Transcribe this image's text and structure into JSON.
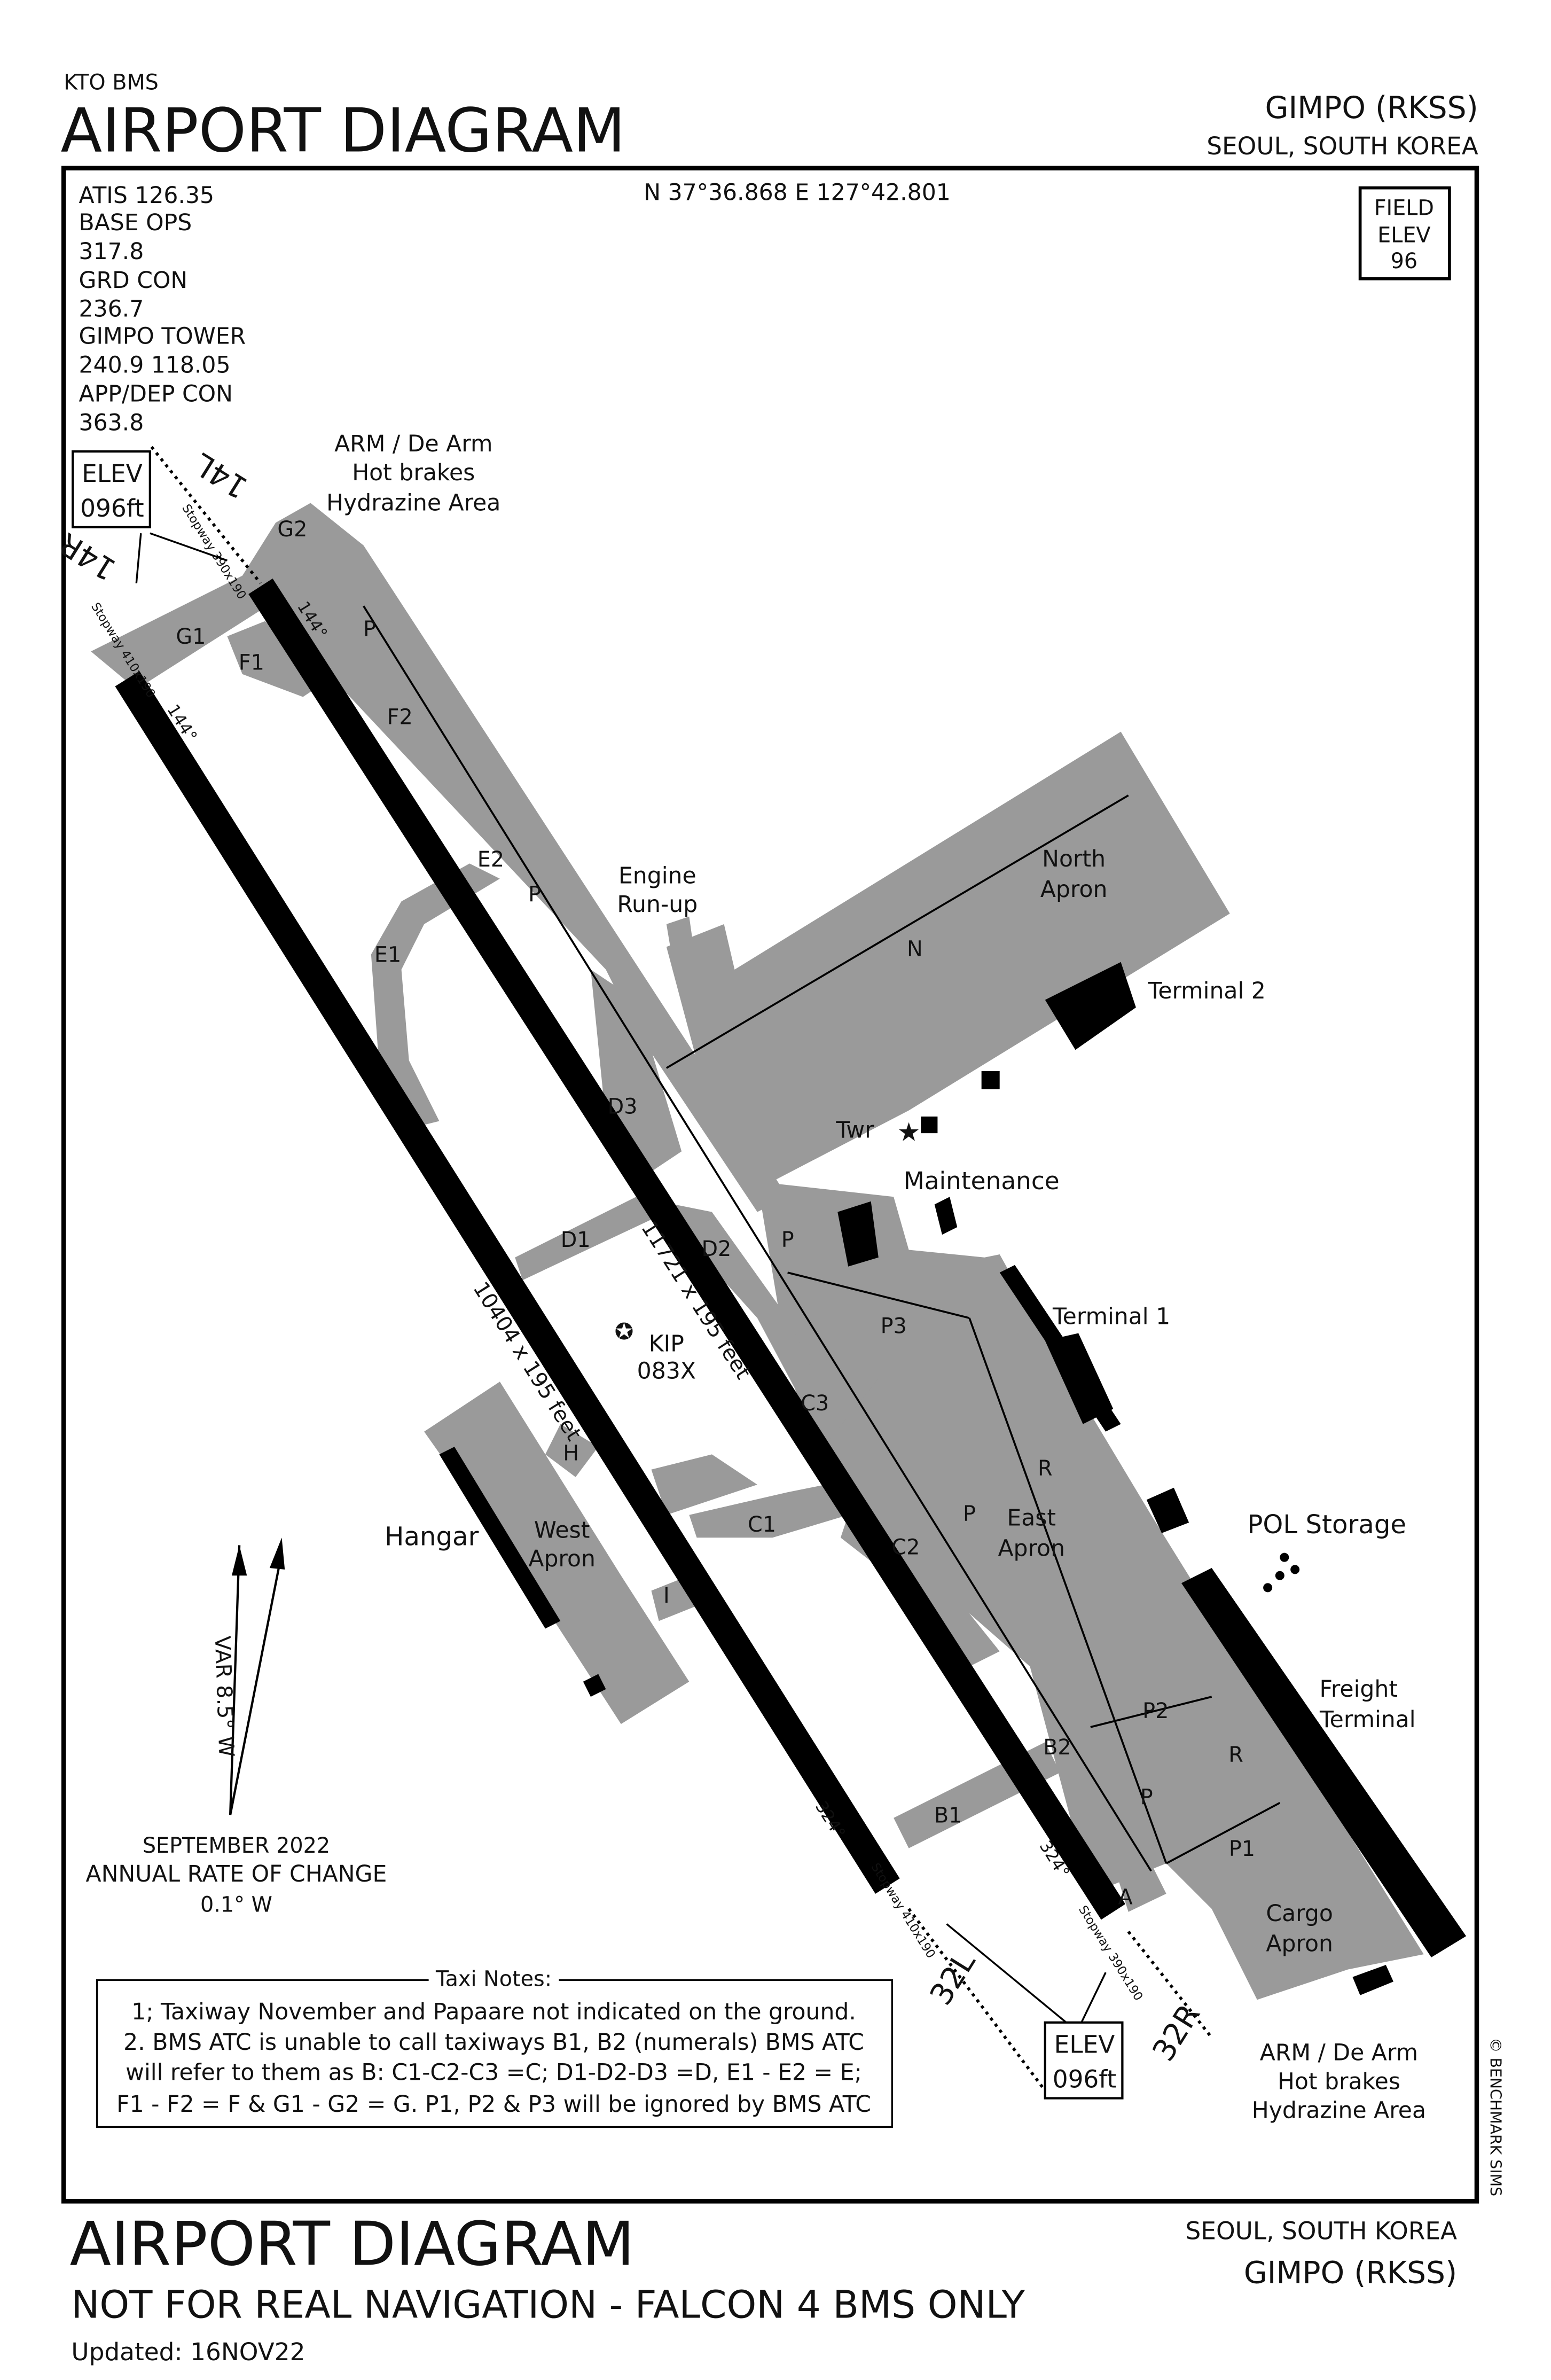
{
  "header": {
    "source": "KTO BMS",
    "title": "AIRPORT DIAGRAM",
    "airport": "GIMPO (RKSS)",
    "location": "SEOUL, SOUTH KOREA"
  },
  "frequencies": [
    "ATIS    126.35",
    "BASE OPS",
    "317.8",
    "GRD CON",
    "236.7",
    "GIMPO TOWER",
    "240.9   118.05",
    "APP/DEP CON",
    "363.8"
  ],
  "coordinates": "N 37°36.868   E 127°42.801",
  "field_elev": {
    "l1": "FIELD",
    "l2": "ELEV",
    "l3": "96"
  },
  "elev_box": {
    "l1": "ELEV",
    "l2": "096ft"
  },
  "runways": {
    "r14r": "14R",
    "r14l": "14L",
    "r32l": "32L",
    "r32r": "32R",
    "hdg_144": "144°",
    "hdg_324": "324°",
    "dims_left": "10404 x 195 feet",
    "dims_right": "11721 x 195 feet",
    "stopway_top_left": "Stopway 410x190",
    "stopway_top_right": "Stopway 390x190",
    "stopway_bot_left": "Stopway 410x190",
    "stopway_bot_right": "Stopway 390x190"
  },
  "labels": {
    "arm_top": [
      "ARM / De Arm",
      "Hot brakes",
      "Hydrazine Area"
    ],
    "arm_bottom": [
      "ARM / De Arm",
      "Hot brakes",
      "Hydrazine Area"
    ],
    "engine": [
      "Engine",
      "Run-up"
    ],
    "north_apron": [
      "North",
      "Apron"
    ],
    "terminal2": "Terminal 2",
    "twr": "Twr",
    "maintenance": "Maintenance",
    "terminal1": "Terminal 1",
    "kip": [
      "KIP",
      "083X"
    ],
    "hangar": "Hangar",
    "west_apron": [
      "West",
      "Apron"
    ],
    "east_apron": [
      "East",
      "Apron"
    ],
    "pol": "POL Storage",
    "freight": [
      "Freight",
      "Terminal"
    ],
    "cargo": [
      "Cargo",
      "Apron"
    ]
  },
  "taxiways": {
    "g2": "G2",
    "g1": "G1",
    "f1": "F1",
    "f2": "F2",
    "e2": "E2",
    "e1": "E1",
    "d3": "D3",
    "d1": "D1",
    "d2": "D2",
    "p3": "P3",
    "c3": "C3",
    "h": "H",
    "i": "I",
    "c1": "C1",
    "c2": "C2",
    "r": "R",
    "p": "P",
    "n": "N",
    "b2": "B2",
    "b1": "B1",
    "p2": "P2",
    "p1": "P1",
    "a": "A"
  },
  "magnetic": {
    "var": "VAR 8.5° W",
    "date": "SEPTEMBER 2022",
    "rate": "ANNUAL RATE OF CHANGE",
    "value": "0.1° W"
  },
  "taxi_notes": {
    "title": "Taxi Notes:",
    "lines": [
      "1; Taxiway November and Papaare not indicated on the ground.",
      "2. BMS ATC is unable to call taxiways B1, B2 (numerals) BMS ATC",
      "will refer to them as B:  C1-C2-C3 =C; D1-D2-D3 =D, E1 - E2 = E;",
      "F1 - F2 = F & G1 - G2 = G. P1, P2 & P3 will be ignored by BMS ATC"
    ]
  },
  "footer": {
    "title": "AIRPORT DIAGRAM",
    "subtitle": "NOT FOR REAL NAVIGATION - FALCON 4 BMS ONLY",
    "updated": "Updated:  16NOV22",
    "location": "SEOUL, SOUTH KOREA",
    "airport": "GIMPO (RKSS)",
    "copyright": "© BENCHMARK SIMS"
  },
  "colors": {
    "taxiway": "#9a9a9a",
    "runway": "#000000"
  }
}
